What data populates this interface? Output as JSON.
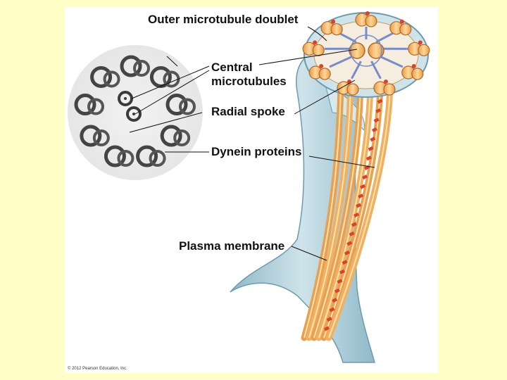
{
  "labels": {
    "outer_doublet": "Outer microtubule doublet",
    "central_line1": "Central",
    "central_line2": "microtubules",
    "radial_spoke": "Radial spoke",
    "dynein": "Dynein proteins",
    "plasma_membrane": "Plasma membrane"
  },
  "copyright": "© 2012 Pearson Education, Inc.",
  "colors": {
    "slide_background": "#ffffc8",
    "panel_background": "#ffffff",
    "membrane": "#a9cbd8",
    "microtubule": "#f0b060",
    "dynein": "#d8442a",
    "spoke": "#7a8cc8"
  }
}
